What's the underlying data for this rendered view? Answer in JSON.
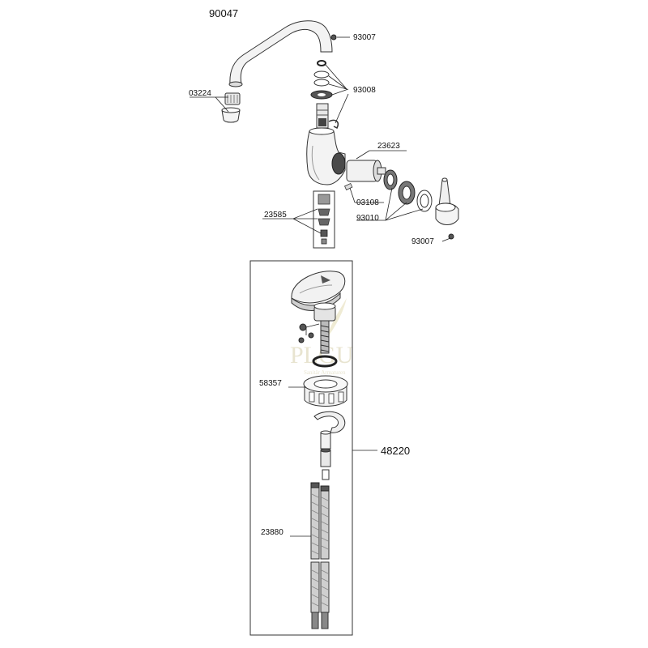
{
  "labels": {
    "main_assembly": "90047",
    "screw_top": "93007",
    "seals": "93008",
    "aerator": "03224",
    "cartridge": "23623",
    "pin": "03108",
    "rings": "93010",
    "valve_set": "23585",
    "screw_lever": "93007",
    "mount_ring": "58357",
    "mount_kit": "48220",
    "hoses": "23880"
  },
  "watermark": {
    "text": "PLGU",
    "subtitle": "Sanitär Armaturen"
  }
}
